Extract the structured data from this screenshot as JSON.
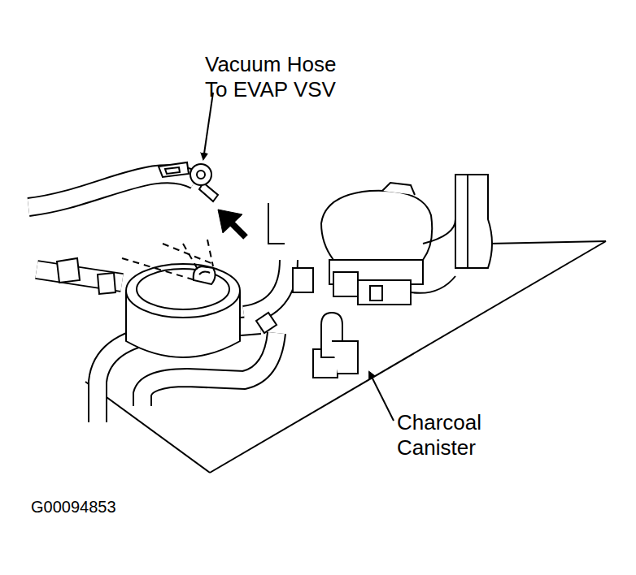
{
  "diagram": {
    "labels": [
      "Vacuum Hose To EVAP VSV",
      "Charcoal Canister",
      "G00094853"
    ]
  }
}
